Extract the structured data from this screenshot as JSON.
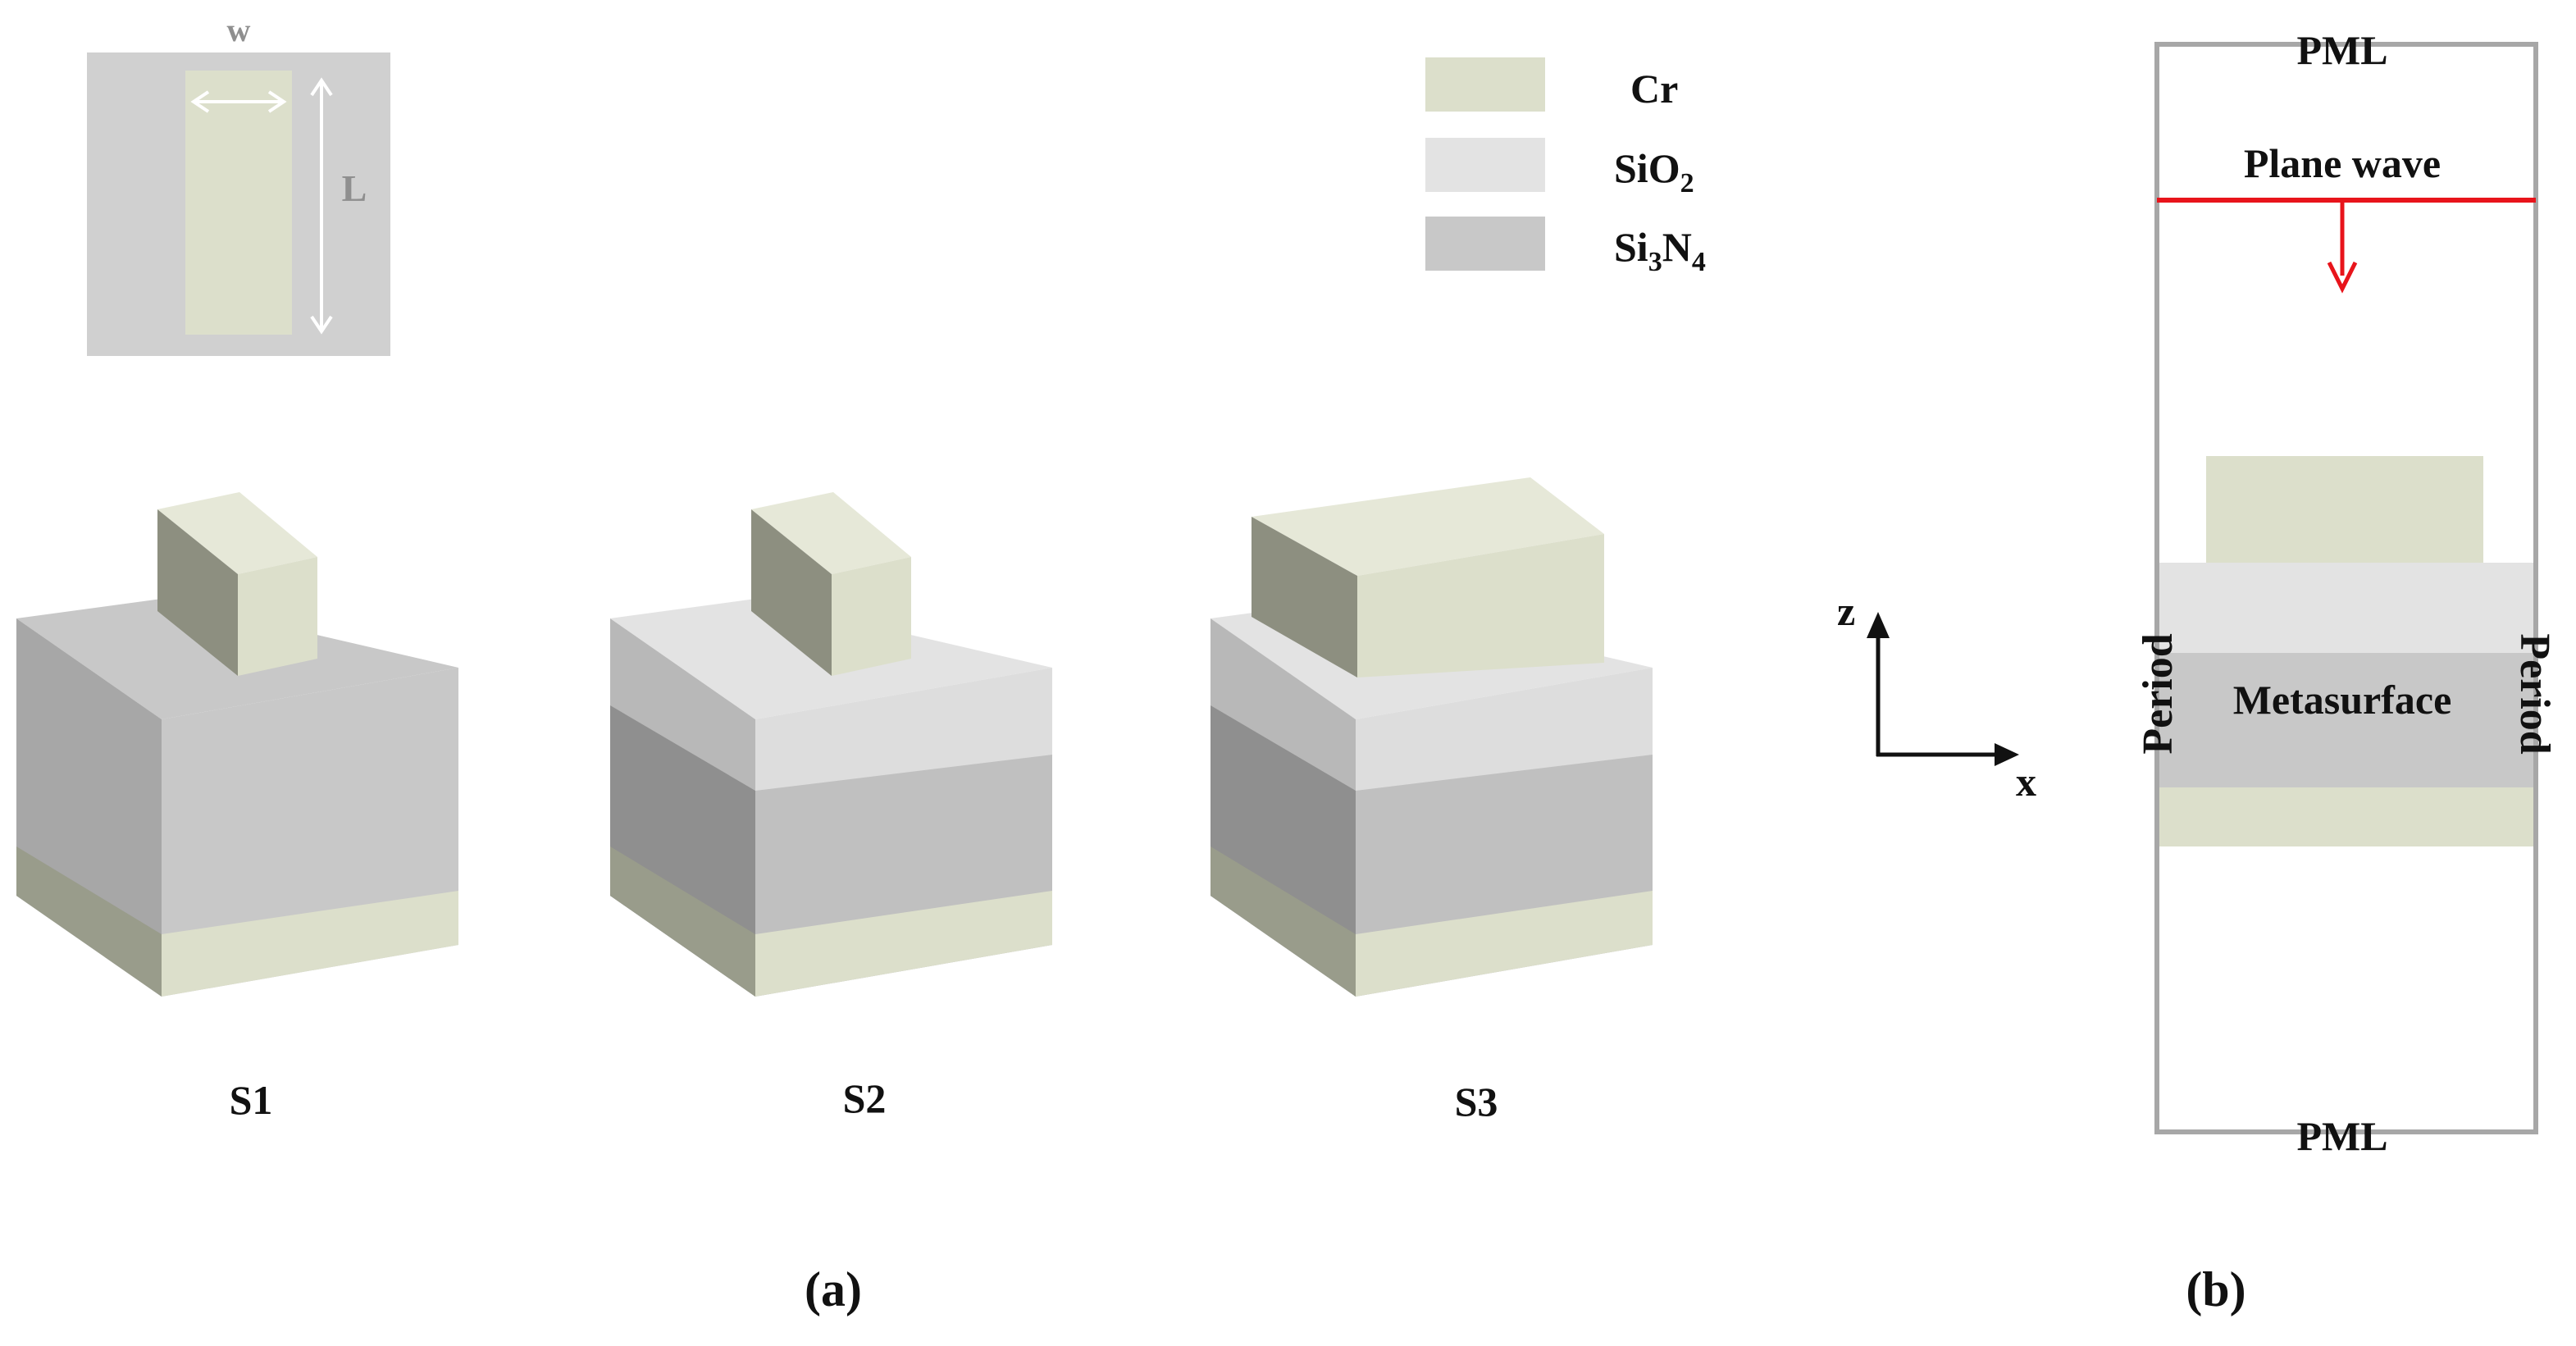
{
  "colors": {
    "cr": "#DCDFCB",
    "sio2": "#E3E3E3",
    "si3n4": "#C8C8C8",
    "inset_bg": "#D0D0D0",
    "box_border": "#A7A7A7",
    "plane_wave": "#E8141B",
    "axis": "#111111"
  },
  "inset": {
    "width_label": "w",
    "length_label": "L"
  },
  "legend": {
    "items": [
      {
        "base": "Cr",
        "sub": "",
        "mid": "",
        "sub2": "",
        "color_key": "cr"
      },
      {
        "base": "SiO",
        "sub": "2",
        "mid": "",
        "sub2": "",
        "color_key": "sio2"
      },
      {
        "base": "Si",
        "sub": "3",
        "mid": "N",
        "sub2": "4",
        "color_key": "si3n4"
      }
    ]
  },
  "structures": [
    {
      "label": "S1"
    },
    {
      "label": "S2"
    },
    {
      "label": "S3"
    }
  ],
  "axes": {
    "z_label": "z",
    "x_label": "x"
  },
  "simulation": {
    "pml_top": "PML",
    "pml_bottom": "PML",
    "plane_wave": "Plane wave",
    "metasurface": "Metasurface",
    "period_left": "Period",
    "period_right": "Period"
  },
  "panels": {
    "a": "(a)",
    "b": "(b)"
  }
}
